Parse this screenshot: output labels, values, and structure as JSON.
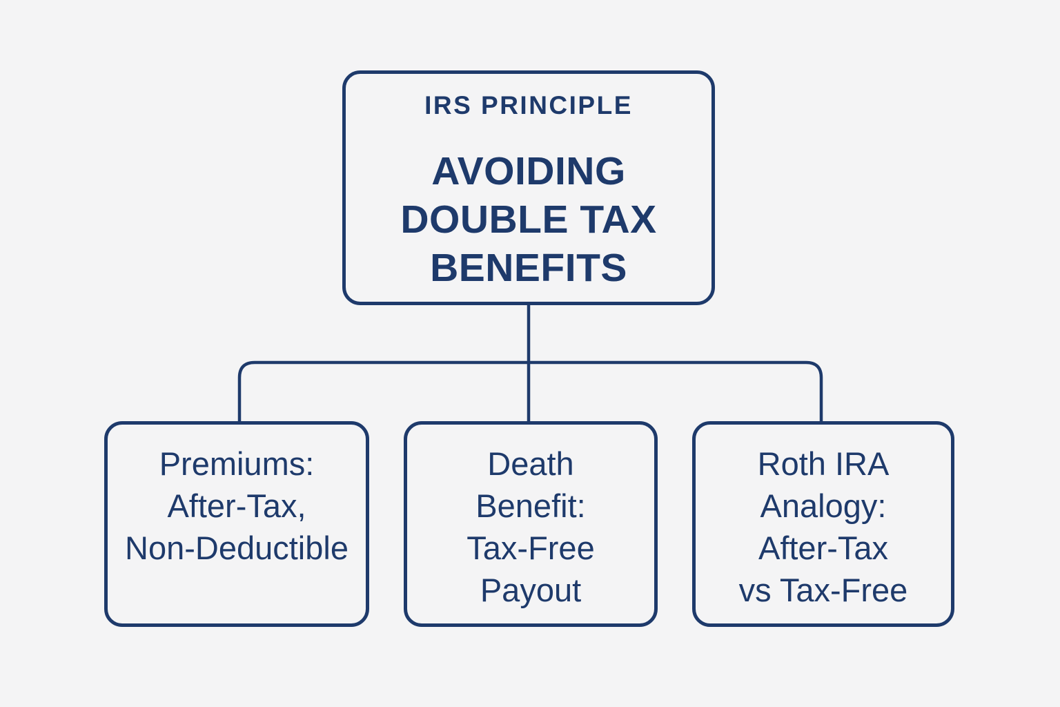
{
  "colors": {
    "background": "#f4f4f5",
    "accent_navy": "#1e3a6b"
  },
  "diagram": {
    "root_node": {
      "eyebrow": "IRS PRINCIPLE",
      "title": "AVOIDING\nDOUBLE TAX\nBENEFITS"
    },
    "child_nodes": [
      {
        "label": "Premiums:\nAfter-Tax,\nNon-Deductible"
      },
      {
        "label": "Death\nBenefit:\nTax-Free\nPayout"
      },
      {
        "label": "Roth IRA\nAnalogy:\nAfter-Tax\nvs Tax-Free"
      }
    ]
  }
}
